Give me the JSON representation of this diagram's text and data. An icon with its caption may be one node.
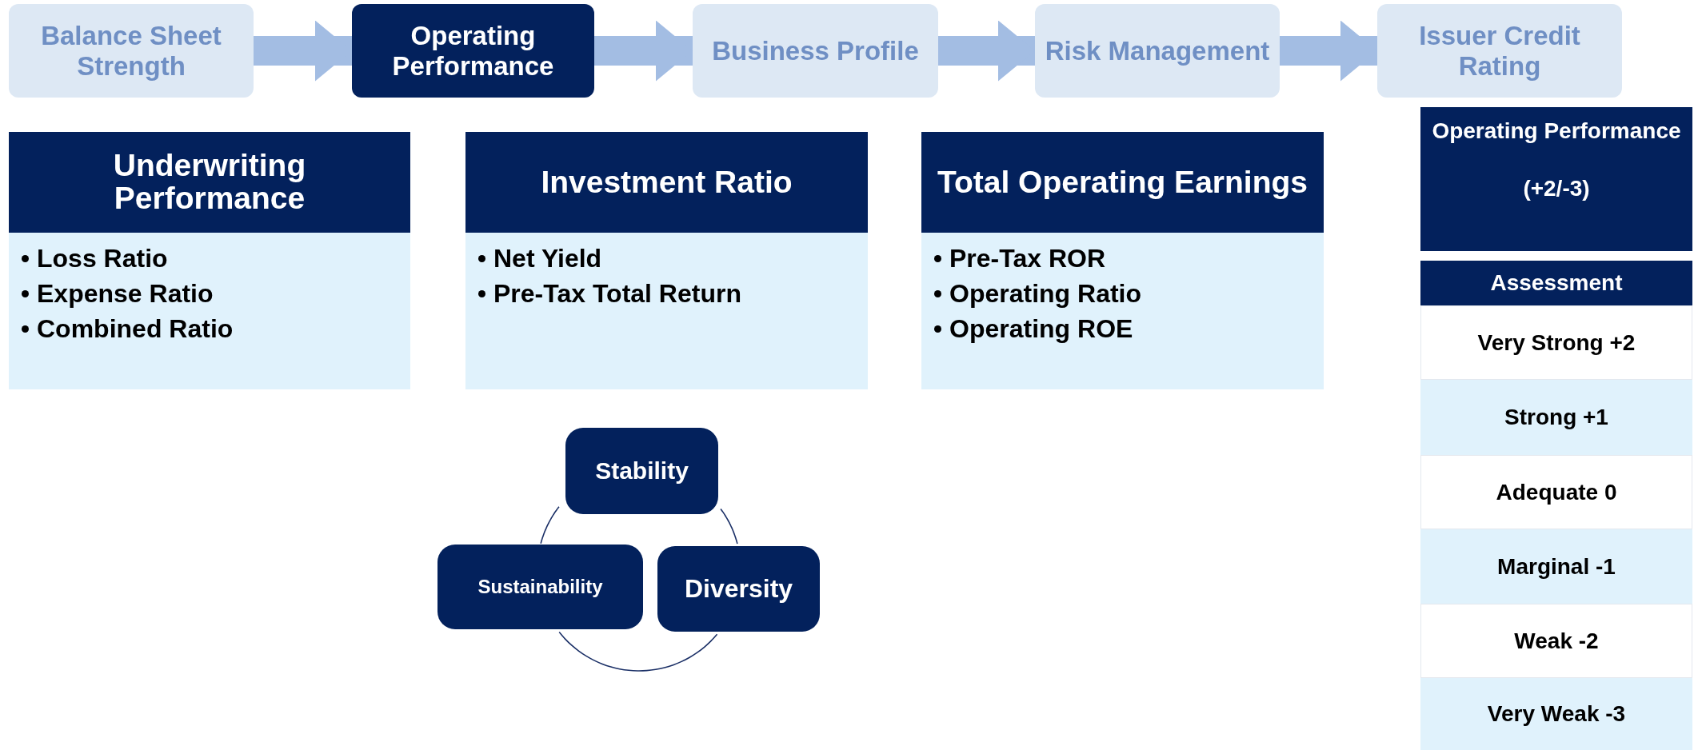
{
  "diagram": {
    "nodes": [
      {
        "text": [
          "Balance Sheet Strength"
        ]
      },
      {
        "text": [
          "Operating Performance"
        ]
      },
      {
        "text": [
          "Business Profile"
        ]
      },
      {
        "text": [
          "Risk Management"
        ]
      },
      {
        "text": [
          "Issuer Credit Rating"
        ]
      },
      {
        "text": [
          "Underwriting Performance",
          "Loss Ratio",
          "Expense Ratio",
          "Combined Ratio"
        ]
      },
      {
        "text": [
          "Investment Ratio",
          "Net Yield",
          "Pre-Tax Total Return"
        ]
      },
      {
        "text": [
          "Total Operating Earnings",
          "Pre-Tax ROR",
          "Operating Ratio",
          "Operating ROE"
        ]
      },
      {
        "text": [
          "Operating Performance",
          "(+2/-3)"
        ]
      },
      {
        "text": [
          "Stability"
        ]
      },
      {
        "text": [
          "Sustainability"
        ]
      },
      {
        "text": [
          "Diversity"
        ]
      }
    ],
    "edges": [
      {
        "from": 0,
        "to": 1,
        "arrow": "to"
      },
      {
        "from": 1,
        "to": 2,
        "arrow": "to"
      },
      {
        "from": 2,
        "to": 3,
        "arrow": "to"
      },
      {
        "from": 3,
        "to": 4,
        "arrow": "to"
      },
      {
        "from": 9,
        "to": 11,
        "arrow": "none",
        "color": "#1a2f66"
      },
      {
        "from": 11,
        "to": 10,
        "arrow": "none",
        "color": "#1a2f66"
      },
      {
        "from": 10,
        "to": 9,
        "arrow": "none",
        "color": "#1a2f66"
      }
    ],
    "labels": [
      "Assessment",
      "Very Strong +2",
      "Strong +1",
      "Adequate 0",
      "Marginal -1",
      "Weak -2",
      "Very Weak -3"
    ]
  }
}
